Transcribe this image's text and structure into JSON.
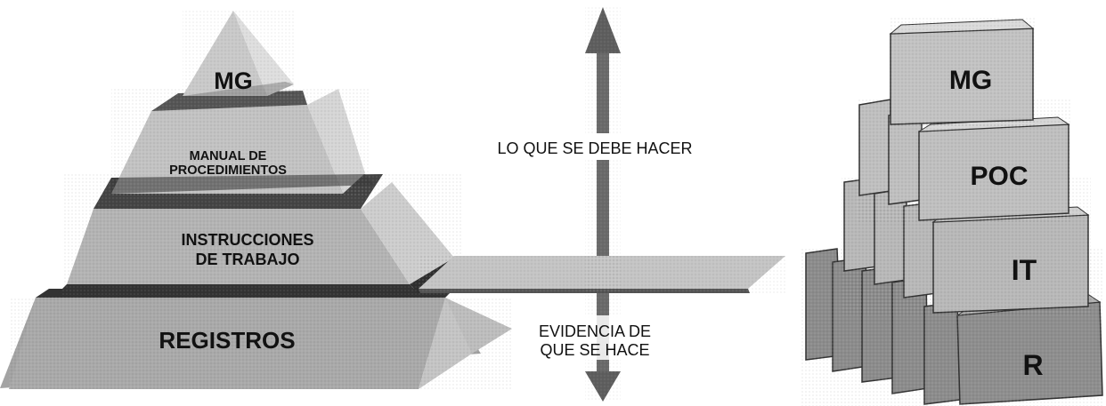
{
  "pyramid": {
    "top": "MG",
    "level2": [
      "MANUAL DE",
      "PROCEDIMIENTOS"
    ],
    "level3": [
      "INSTRUCCIONES",
      "DE TRABAJO"
    ],
    "level4": "REGISTROS"
  },
  "arrow": {
    "up_label": "LO QUE SE DEBE HACER",
    "down_label": [
      "EVIDENCIA DE",
      "QUE SE HACE"
    ]
  },
  "binders": {
    "level1": "MG",
    "level2": "POC",
    "level3": "IT",
    "level4": "R"
  },
  "colors": {
    "light": "#c8c8c8",
    "mid": "#a9a9a9",
    "dark": "#8a8a8a",
    "shadow": "#444444"
  }
}
